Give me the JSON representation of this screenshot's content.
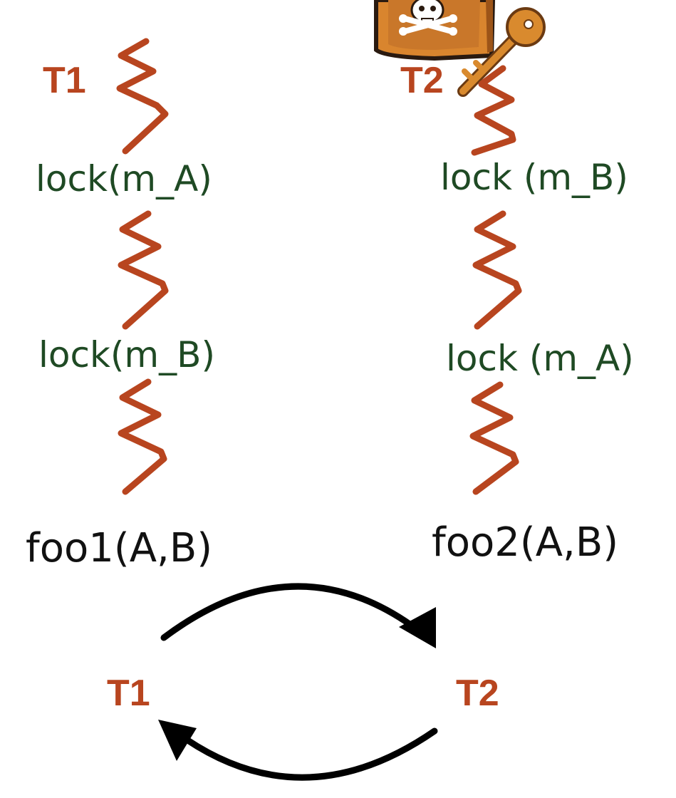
{
  "colors": {
    "thread": "#B8451F",
    "lock": "#1F4A24",
    "call": "#111111",
    "arrow": "#000000",
    "chest_body": "#D9852E",
    "chest_dark": "#9C5418",
    "chest_outline": "#2A1A10",
    "key": "#D98A2E",
    "key_outline": "#6B3A12",
    "skull": "#FFFFFF"
  },
  "threads": [
    {
      "label": "T1",
      "lock_first": "lock(m_A)",
      "lock_second": "lock(m_B)",
      "call": "foo1(A,B)"
    },
    {
      "label": "T2",
      "lock_first": "lock (m_B)",
      "lock_second": "lock (m_A)",
      "call": "foo2(A,B)"
    }
  ],
  "cycle": {
    "left_label": "T1",
    "right_label": "T2"
  },
  "icons": {
    "treasure": "skull-chest-icon",
    "key": "key-icon"
  }
}
